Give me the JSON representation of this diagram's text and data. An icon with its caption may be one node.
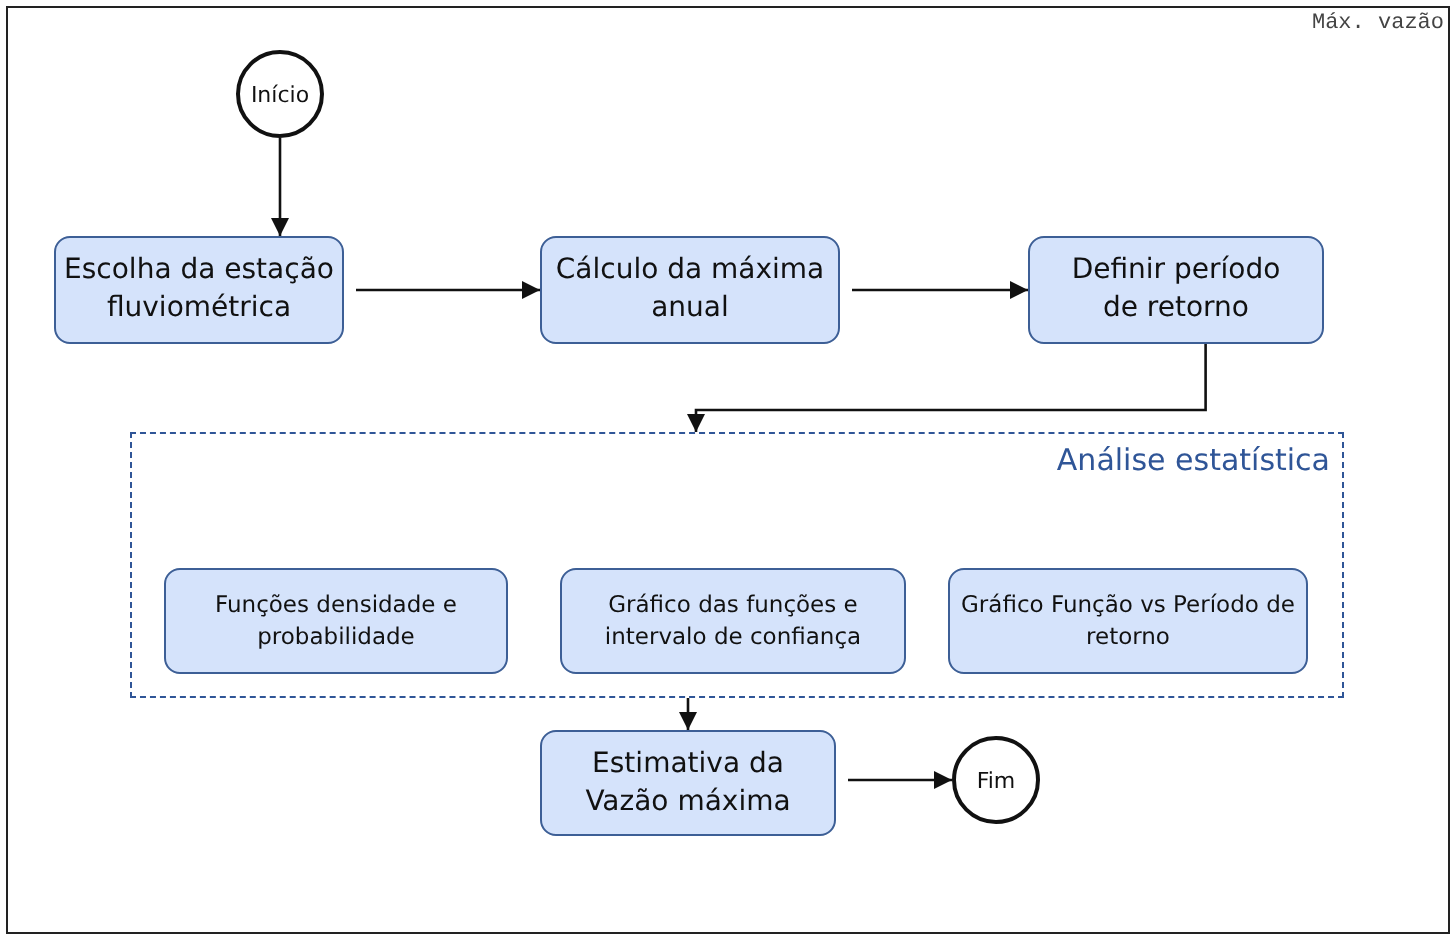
{
  "diagram": {
    "nodes": [
      {
        "text": [
          "Início"
        ]
      },
      {
        "text": [
          "Escolha da estação fluviométrica"
        ]
      },
      {
        "text": [
          "Cálculo da máxima anual"
        ]
      },
      {
        "text": [
          "Definir período de retorno"
        ]
      },
      {
        "text": [
          "Análise estatística"
        ]
      },
      {
        "text": [
          "Funções densidade e probabilidade"
        ],
        "in": 4
      },
      {
        "text": [
          "Gráfico das funções e intervalo de confiança"
        ],
        "in": 4
      },
      {
        "text": [
          "Gráfico Função vs Período de retorno"
        ],
        "in": 4
      },
      {
        "text": [
          "Estimativa da Vazão máxima"
        ]
      },
      {
        "text": [
          "Fim"
        ]
      }
    ],
    "edges": [
      {
        "from": 0,
        "to": 1,
        "arrow": "to"
      },
      {
        "from": 1,
        "to": 2,
        "arrow": "to"
      },
      {
        "from": 2,
        "to": 3,
        "arrow": "to"
      },
      {
        "from": 3,
        "to": 4,
        "arrow": "to"
      },
      {
        "from": 4,
        "to": 8,
        "arrow": "to"
      },
      {
        "from": 8,
        "to": 9,
        "arrow": "to"
      }
    ],
    "labels": [
      "Máx. vazão"
    ]
  }
}
